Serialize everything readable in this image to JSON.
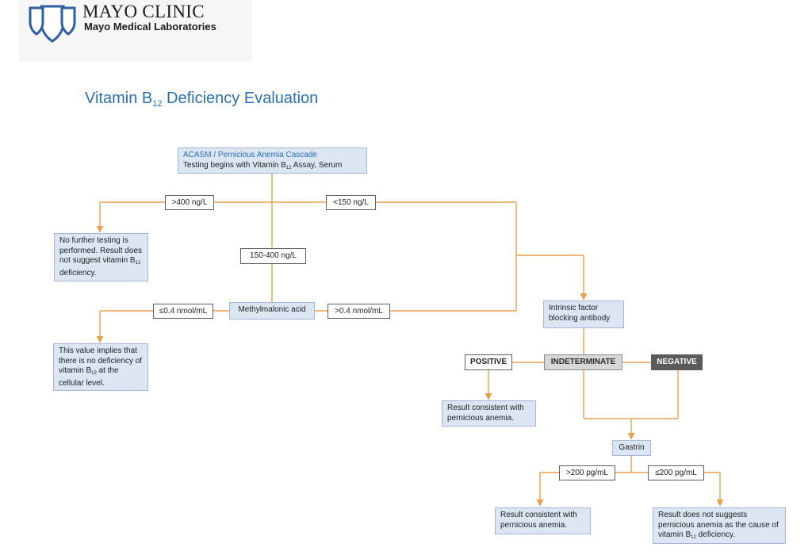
{
  "logo": {
    "title": "MAYO CLINIC",
    "subtitle": "Mayo Medical Laboratories",
    "icon": "mayo-shields-icon"
  },
  "page": {
    "title": "Vitamin B",
    "title_sub": "12",
    "title_rest": " Deficiency Evaluation"
  },
  "colors": {
    "arrow": "#e8a14a",
    "blue_box": "#dce5f2",
    "title": "#2a6eb3",
    "negative": "#5b5b5b",
    "indeterminate": "#d7d7d7"
  },
  "flow": {
    "start": {
      "line1": "ACASM / Pernicious Anemia Cascade",
      "line2_pre": "Testing begins with Vitamin B",
      "line2_sub": "12",
      "line2_post": " Assay, Serum"
    },
    "b12_high": ">400 ng/L",
    "b12_low": "<150 ng/L",
    "b12_mid": "150-400 ng/L",
    "no_further": {
      "text_pre": "No further testing is performed. Result does not suggest vitamin B",
      "text_sub": "12",
      "text_post": " deficiency."
    },
    "mma": "Methylmalonic acid",
    "mma_low": "≤0.4 nmol/mL",
    "mma_high": ">0.4 nmol/mL",
    "no_deficiency": {
      "text_pre": "This value implies that there is no deficiency of vitamin B",
      "text_sub": "12",
      "text_post": " at the cellular level."
    },
    "ifba": "Intrinsic factor blocking antibody",
    "positive": "POSITIVE",
    "indeterminate": "INDETERMINATE",
    "negative": "NEGATIVE",
    "positive_result": "Result consistent with pernicious anemia.",
    "gastrin": "Gastrin",
    "gastrin_high": ">200 pg/mL",
    "gastrin_low": "≤200 pg/mL",
    "gastrin_high_result": "Result consistent with pernicious anemia.",
    "gastrin_low_result": {
      "text_pre": "Result does not suggests pernicious anemia as the cause of vitamin B",
      "text_sub": "12",
      "text_post": " deficiency."
    }
  }
}
